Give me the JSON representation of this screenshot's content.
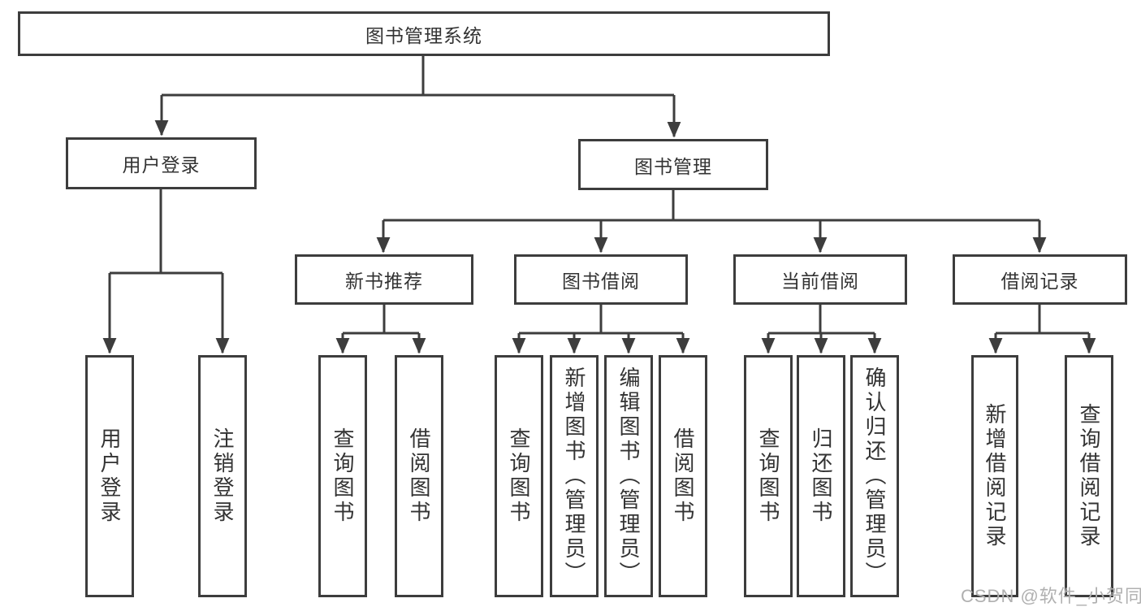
{
  "diagram": {
    "root": {
      "label": "图书管理系统"
    },
    "level2": {
      "user_login": {
        "label": "用户登录"
      },
      "book_mgmt": {
        "label": "图书管理"
      }
    },
    "level3": {
      "new_books": {
        "label": "新书推荐"
      },
      "borrowing": {
        "label": "图书借阅"
      },
      "current": {
        "label": "当前借阅"
      },
      "records": {
        "label": "借阅记录"
      }
    },
    "leaves": {
      "user_login": [
        "用户登录",
        "注销登录"
      ],
      "new_books": [
        "查询图书",
        "借阅图书"
      ],
      "borrowing": [
        "查询图书",
        "新增图书（管理员）",
        "编辑图书（管理员）",
        "借阅图书"
      ],
      "current": [
        "查询图书",
        "归还图书",
        "确认归还（管理员）"
      ],
      "records": [
        "新增借阅记录",
        "查询借阅记录"
      ]
    },
    "watermark": "CSDN @软件_小贺同学",
    "colors": {
      "line": "#3d3d3d",
      "text": "#333333",
      "box_background": "#ffffff",
      "watermark_text": "#b0b0b0"
    }
  }
}
